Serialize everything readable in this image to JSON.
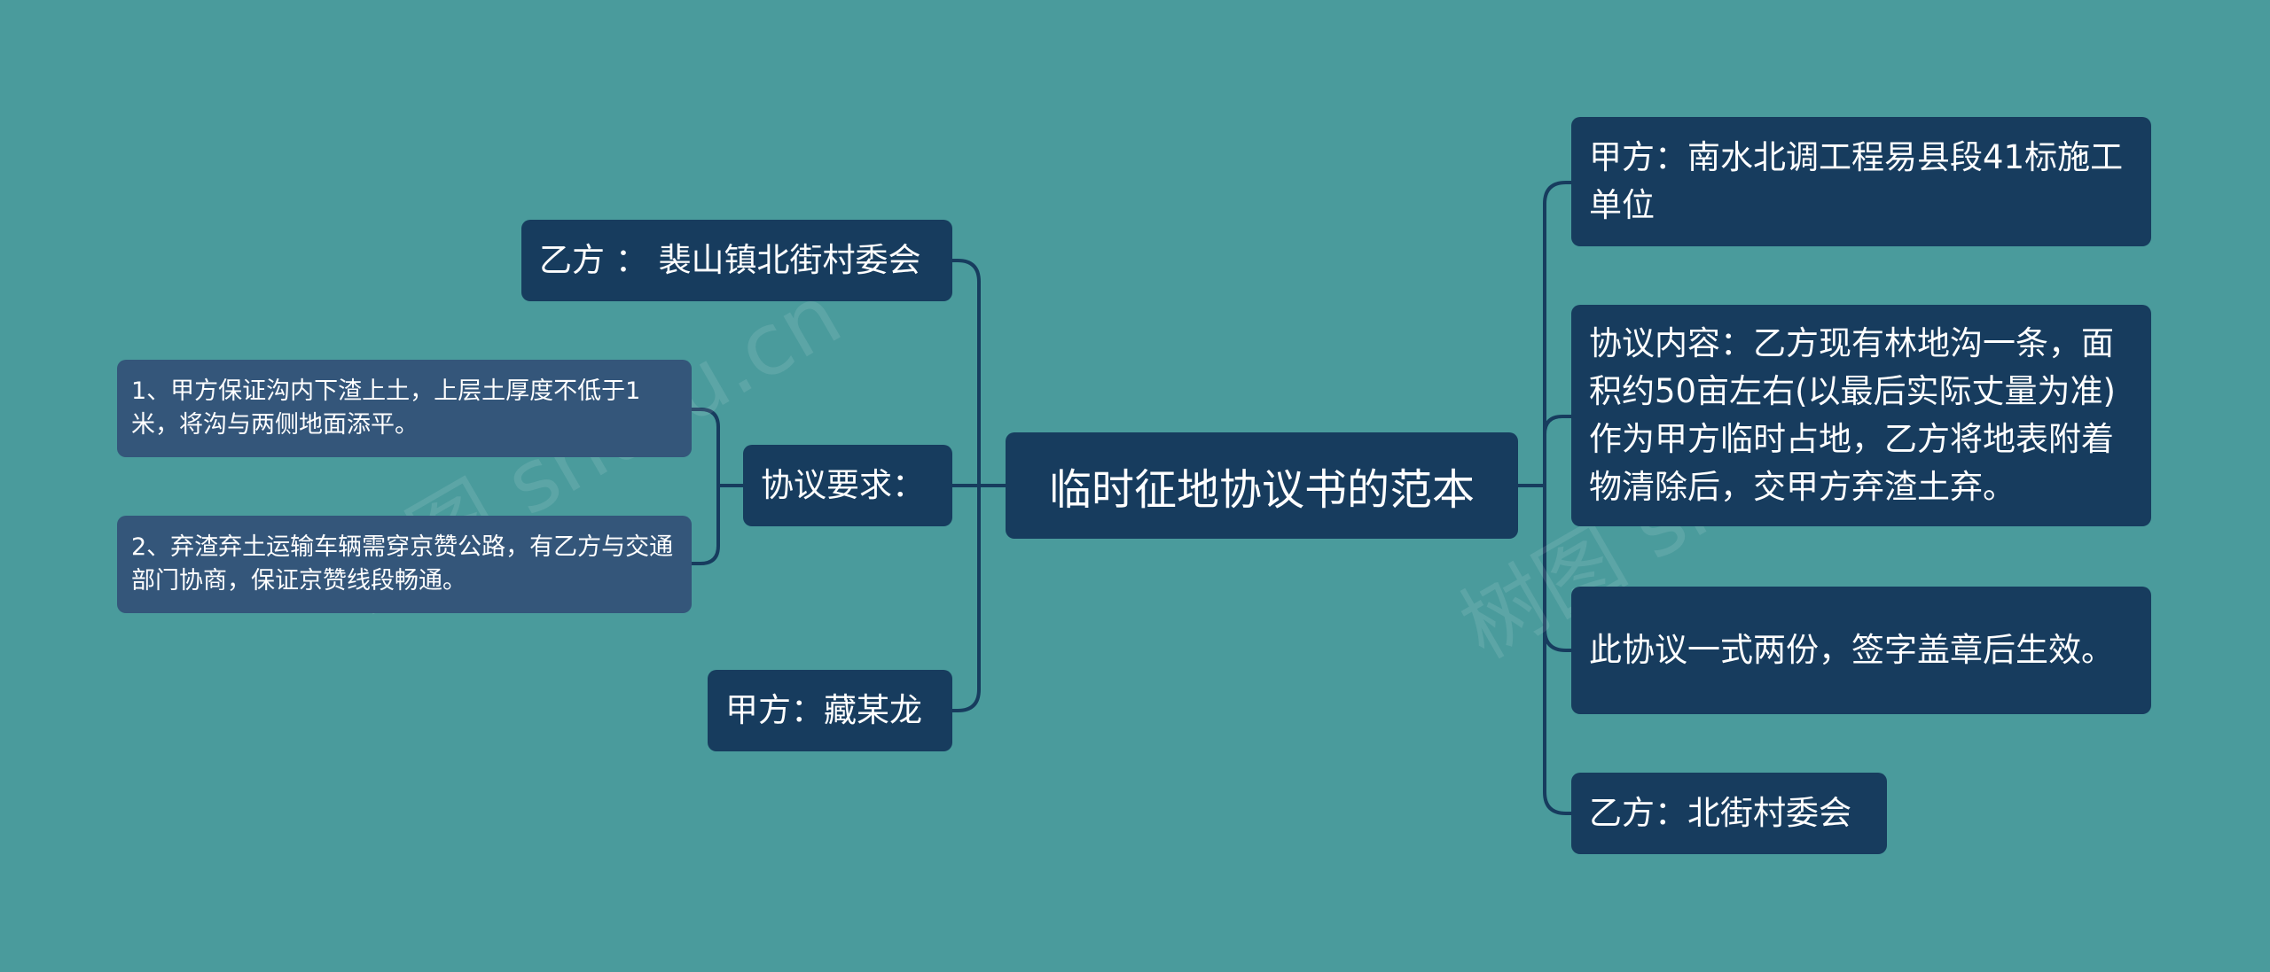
{
  "center": {
    "label": "临时征地协议书的范本"
  },
  "left": {
    "party_b": "乙方 ： 裴山镇北街村委会",
    "requirements": {
      "label": "协议要求：",
      "items": [
        "1、甲方保证沟内下渣上土，上层土厚度不低于1米，将沟与两侧地面添平。",
        "2、弃渣弃土运输车辆需穿京赞公路，有乙方与交通部门协商，保证京赞线段畅通。"
      ]
    },
    "party_a": "甲方：藏某龙"
  },
  "right": {
    "items": [
      "甲方：南水北调工程易县段41标施工单位",
      "协议内容：乙方现有林地沟一条，面积约50亩左右(以最后实际丈量为准)作为甲方临时占地，乙方将地表附着物清除后，交甲方弃渣土弃。",
      "此协议一式两份，签字盖章后生效。",
      "乙方：北街村委会"
    ]
  },
  "watermark": {
    "text_left": "树图 shutu.cn",
    "text_right": "树图 shutu.cn"
  },
  "colors": {
    "background": "#4a9b9c",
    "node_dark": "#173c5e",
    "node_mid": "#34567a",
    "link": "#173c5e"
  }
}
